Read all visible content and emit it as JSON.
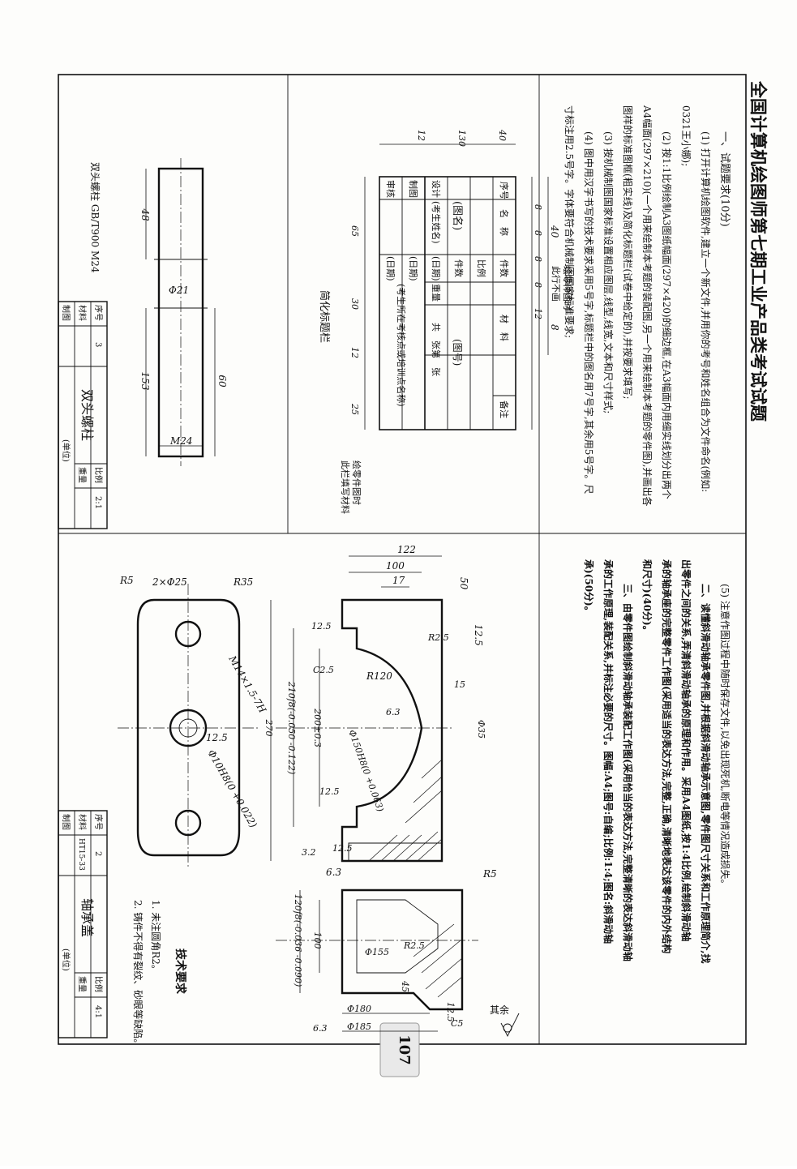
{
  "page_title": "全国计算机绘图师第七期工业产品类考试试题",
  "page_number": "107",
  "instructions": {
    "section1_head": "一、试题要求(10分)",
    "item1a": "(1) 打开计算机绘图软件,建立一个新文件,并用你的考号和姓名组合为文件命名(例如:",
    "item1b": "0321王小娜);",
    "item2a": "(2) 按1:1比例绘制A3图纸幅面(297×420)的细边框,在A3幅面内用细实线划分出两个",
    "item2b": "A4幅面(297×210)(一个用来绘制本考题的装配图,另一个用来绘制本考题的零件图),并画出各",
    "item2c": "图样的标准图框(粗实线)及简化标题栏(试卷中给定的),并按要求填写;",
    "item3": "(3) 按机械制图国家标准设置相应图层,线型,线宽,文本和尺寸样式;",
    "item4a": "(4) 图中用汉字书写的技术要求采用5号字,标题栏中的图名用7号字,其余用5号字。尺",
    "item4b": "寸标注用2.5号字。字体要符合机械制图国家标准要求;",
    "item5a": "(5) 注意作图过程中随时保存文件,以免出现死机,断电等情况造成损失。",
    "section2a": "二、读懂斜滑动轴承零件图,并根据斜滑动轴承示意图,零件图尺寸关系和工作原理简介,找",
    "section2b": "出零件之间的关系,弄清斜滑动轴承的原理和作用。采用A4图纸,按1:4比例,绘制斜滑动轴",
    "section2c": "承的轴承座的完整零件工作图(采用适当的表达方法,完整,正确,清晰地表达该零件的内外结构",
    "section2d": "和尺寸)(40分)。",
    "section3a": "三、由零件图绘制斜滑动轴承装配工作图(采用恰当的表达方法,完整清晰的表达斜滑动轴",
    "section3b": "承的工作原理,装配关系,并标注必要的尺寸。图幅:A4;图号:自编;比例:1:4;图名:斜滑动轴",
    "section3c": "承)(50分)。"
  },
  "title_block_sample": {
    "caption": "简化标题栏",
    "cells": {
      "seq": "序号",
      "name": "名　称",
      "qty": "件数",
      "material": "材　料",
      "remark": "备注",
      "drawing_name": "(图名)",
      "scale": "比例",
      "pieces": "件数",
      "drawing_no": "(图号)",
      "design": "设计",
      "signer": "(考生姓名)",
      "date1": "(日期)",
      "weight": "重量",
      "sheet": "共　张第　张",
      "draw": "制图",
      "date2": "(日期)",
      "review": "审核",
      "date3": "(日期)",
      "org": "(考生所在考核点或培训点名称)"
    },
    "note_top_a": "绘零件图时",
    "note_top_b": "此行不画",
    "note_bottom_a": "绘零件图时",
    "note_bottom_b": "此栏填写材料",
    "dims": [
      "40",
      "8",
      "8",
      "8",
      "8",
      "8",
      "12",
      "40",
      "130",
      "12",
      "65",
      "30",
      "12",
      "25"
    ]
  },
  "stud_drawing": {
    "dims": [
      "48",
      "Φ21",
      "153",
      "60",
      "M24"
    ],
    "caption": "双头螺柱 GB/T900 M24",
    "table": {
      "seq_label": "序号",
      "seq_value": "3",
      "material_label": "材料",
      "drawn_label": "制图",
      "part_name": "双头螺柱",
      "scale_label": "比例",
      "scale_value": "2:1",
      "weight_label": "重量",
      "unit": "(单位)"
    }
  },
  "cap_drawing": {
    "top_view_dims": [
      "R5",
      "2×Φ25",
      "R35",
      "M14×1.5-7H",
      "12.5",
      "Φ10H8(0 +0.022)"
    ],
    "front_dims": [
      "122",
      "100",
      "17",
      "50",
      "12.5",
      "R2.5",
      "R120",
      "6.3",
      "15",
      "Φ35",
      "C2.5",
      "12.5",
      "Φ150H8(0 +0.063)",
      "200±0.3",
      "210f8(-0.050 -0.122)",
      "270",
      "12.5",
      "12.5",
      "3.2"
    ],
    "side_dims": [
      "6.3",
      "R2.5",
      "R5",
      "100",
      "120f8(-0.036 -0.090)",
      "Φ155",
      "45",
      "Φ180",
      "Φ185",
      "12.5",
      "C5",
      "6.3"
    ],
    "roughness_rest": "其余",
    "tech_title": "技术要求",
    "tech1": "1. 未注圆角R2。",
    "tech2": "2. 铸件不得有裂纹、砂眼等缺陷。",
    "table": {
      "seq_label": "序号",
      "seq_value": "2",
      "material_label": "材料",
      "material_value": "HT15-33",
      "drawn_label": "制图",
      "part_name": "轴承盖",
      "scale_label": "比例",
      "scale_value": "4:1",
      "weight_label": "重量",
      "unit": "(单位)"
    }
  }
}
